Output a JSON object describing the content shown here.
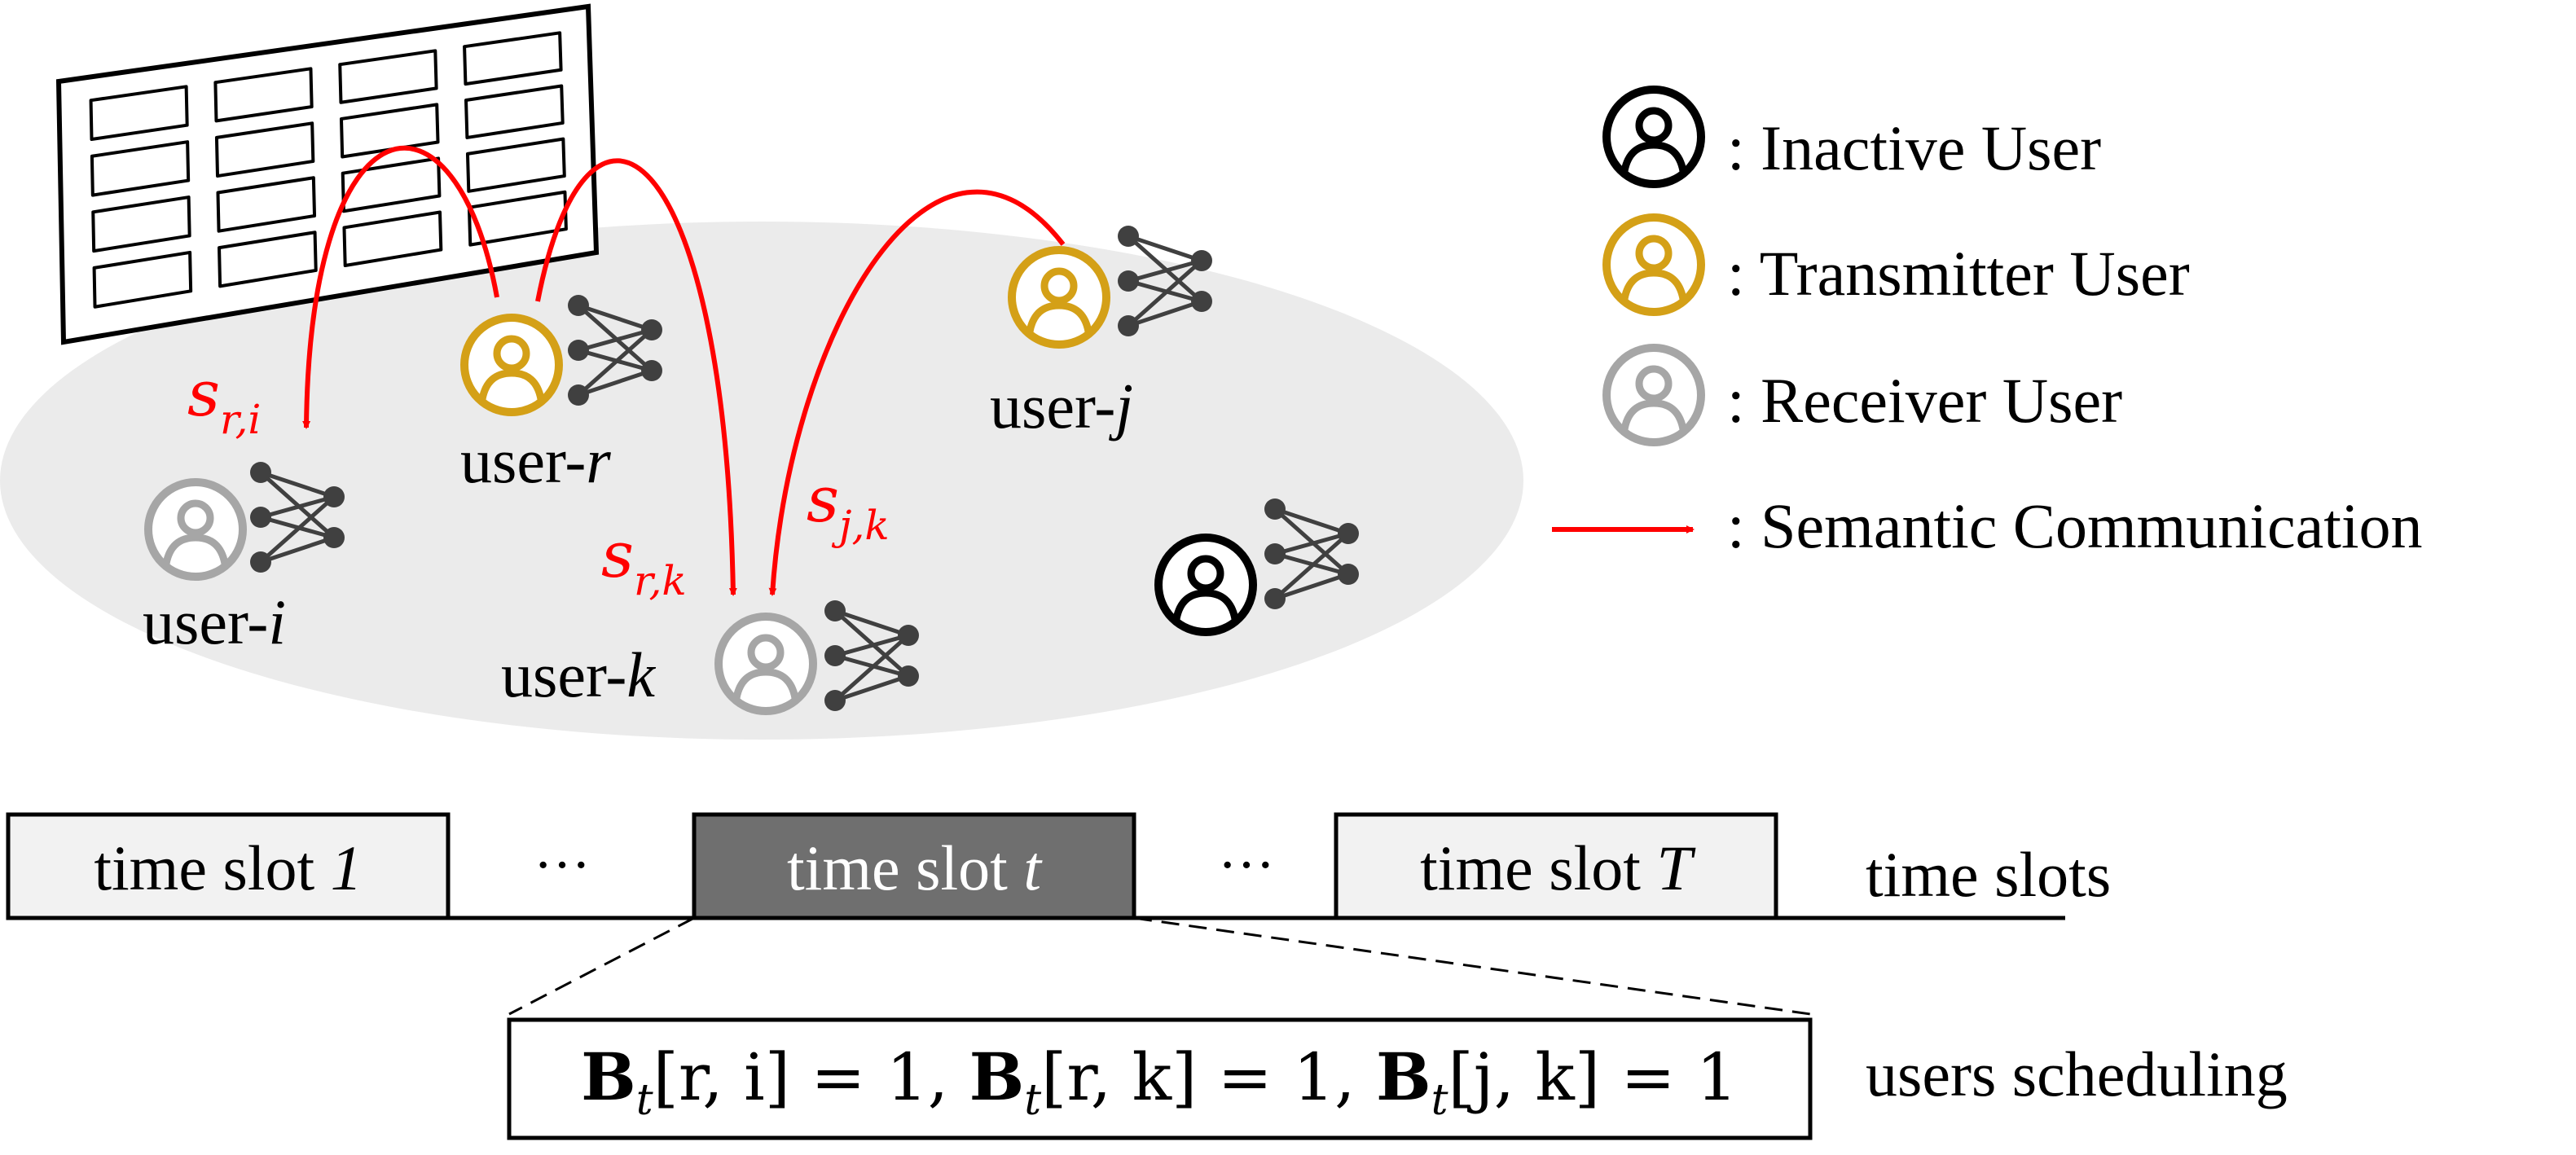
{
  "legend": {
    "inactive": ": Inactive User",
    "transmitter": ": Transmitter User",
    "receiver": ": Receiver User",
    "semantic": ": Semantic Communication"
  },
  "users": {
    "r": {
      "prefix": "user-",
      "id": "r",
      "role": "transmitter"
    },
    "j": {
      "prefix": "user-",
      "id": "j",
      "role": "transmitter"
    },
    "i": {
      "prefix": "user-",
      "id": "i",
      "role": "receiver"
    },
    "k": {
      "prefix": "user-",
      "id": "k",
      "role": "receiver"
    },
    "inactive": {
      "role": "inactive"
    }
  },
  "links": [
    {
      "sym": "s",
      "sub": "r,i",
      "from": "user-r",
      "to": "user-i"
    },
    {
      "sym": "s",
      "sub": "r,k",
      "from": "user-r",
      "to": "user-k"
    },
    {
      "sym": "s",
      "sub": "j,k",
      "from": "user-j",
      "to": "user-k"
    }
  ],
  "timeline": {
    "slot_prefix": "time slot ",
    "slot_first": "1",
    "slot_current": "t",
    "slot_last": "T",
    "ellipsis": "···",
    "label": "time slots"
  },
  "scheduling": {
    "bold": "B",
    "sub": "t",
    "terms": [
      {
        "pair": "[r, i]",
        "rhs": " = 1,"
      },
      {
        "pair": "[r, k]",
        "rhs": " = 1,"
      },
      {
        "pair": "[j, k]",
        "rhs": " = 1"
      }
    ],
    "label": "users scheduling"
  },
  "colors": {
    "inactive": "#000000",
    "transmitter": "#D4A017",
    "receiver": "#A6A6A6",
    "semantic": "#FF0000",
    "ellipse": "#EBEBEB",
    "slot_current_fill": "#6F6F6F",
    "slot_fill": "#F2F2F2",
    "network_icon": "#404040"
  }
}
